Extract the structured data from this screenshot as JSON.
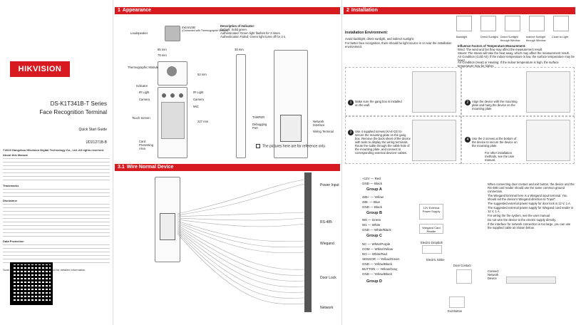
{
  "cover": {
    "brand": "HIKVISION",
    "product_line1": "DS-K1T341B-T Series",
    "product_line2": "Face Recognition Terminal",
    "guide": "Quick Start Guide",
    "doc_id": "UD21271B-B",
    "copyright": "©2023 Hangzhou Hikvision Digital Technology Co., Ltd. All rights reserved.",
    "about": "About this Manual",
    "trademarks": "Trademarks",
    "disclaimer": "Disclaimer",
    "data_protection": "Data Protection",
    "scan_hint": "Scan the QR code to get the user manual for detailed information."
  },
  "appearance": {
    "num": "1",
    "title": "Appearance",
    "indicator_desc": "Description of Indicator:",
    "indicator_lines": [
      "Default: Solid green.",
      "Authenticated: Green light flashes for 3 times.",
      "Authentication Failed: Green light turns off for 3 s."
    ],
    "labels": {
      "loudspeaker": "Loudspeaker",
      "microusb": "microUSB",
      "microusb_note": "(Connected with Thermographic Module)",
      "thermo": "Thermographic Module",
      "indicator": "Indicator",
      "ir_light_l": "IR Light",
      "ir_light_r": "IR Light",
      "camera_l": "Camera",
      "camera_r": "Camera",
      "mic": "MIC",
      "touch": "Touch Screen",
      "card_area": "Card Presenting Area",
      "tamper": "TAMPER",
      "debug_port": "Debugging Port",
      "network": "Network Interface",
      "wiring": "Wiring Terminal"
    },
    "dims": {
      "w1": "85 mm",
      "w2": "70 mm",
      "h1": "53 mm",
      "h2": "227 mm",
      "d": "30 mm"
    },
    "note": "The pictures here are for reference only."
  },
  "installation": {
    "num": "2",
    "title": "Installation",
    "env_title": "Installation Environment:",
    "env_lines": [
      "Avoid backlight, direct sunlight, and indirect sunlight.",
      "For better face recognition, there should be light source in or near the installation environment."
    ],
    "influences_title": "Influence Factors of Temperature Measurement:",
    "influences": [
      "Wind: The wind and fan flow may affect the measurement result.",
      "Steam: The steam will take the heat away, which may affect the measurement result.",
      "Air Condition (Cold Air): If the indoor temperature is low, the surface temperature may be lower.",
      "Air Condition (Heat) or Heating: If the indoor temperature is high, the surface temperature may be higher."
    ],
    "env_icons": [
      "Backlight",
      "Direct Sunlight",
      "Direct Sunlight through Window",
      "Indirect Sunlight through Window",
      "Close to Light"
    ],
    "steps": [
      {
        "n": "1",
        "text": "Make sure the gang box is installed on the wall."
      },
      {
        "n": "2",
        "text": "Align the device with the mounting plate and hang the device on the mounting plate."
      },
      {
        "n": "3",
        "text": "Use 4 supplied screws (KA4×22) to secure the mounting plate on the gang box. Remove the back sheet of the device with tools to display the wiring terminals. Route the cable through the cable hole of the mounting plate, and connect to corresponding external devices' cables."
      },
      {
        "n": "4",
        "text": "Use the 2 screws at the bottom of the device to secure the device on the mounting plate."
      }
    ],
    "other_methods": "For other installation methods, see the user manual."
  },
  "wiring": {
    "num": "3.1",
    "title": "Wire Normal Device",
    "power_input": "Power Input",
    "rs485": "RS-485",
    "wiegand": "Wiegand",
    "door_lock": "Door Lock",
    "network": "Network",
    "groupA": {
      "label": "Group A",
      "rows": [
        [
          "+12V",
          "Red"
        ],
        [
          "GND",
          "Black"
        ]
      ]
    },
    "groupB": {
      "label": "Group B",
      "rows": [
        [
          "485+",
          "Yellow"
        ],
        [
          "485-",
          "Blue"
        ],
        [
          "GND",
          "Black"
        ]
      ]
    },
    "groupC": {
      "label": "Group C",
      "rows": [
        [
          "W0",
          "Green"
        ],
        [
          "W1",
          "White"
        ],
        [
          "GND",
          "White/Black"
        ]
      ]
    },
    "groupD": {
      "label": "Group D",
      "rows": [
        [
          "NC",
          "White/Purple"
        ],
        [
          "COM",
          "White/Yellow"
        ],
        [
          "NO",
          "White/Red"
        ],
        [
          "SENSOR",
          "Yellow/Green"
        ],
        [
          "GND",
          "Yellow/Black"
        ],
        [
          "BUTTON",
          "Yellow/Gray"
        ],
        [
          "GND",
          "Yellow/Black"
        ]
      ]
    },
    "ext_power": "12V External Power Supply",
    "wiegand_reader": "Wiegand Card Reader",
    "electric_dropbolt": "Electric Dropbolt",
    "electric_strike": "Electric Strike",
    "door_contact": "Door Contact",
    "exit_button": "Exit Button",
    "connect_network": "Connect Network Device",
    "notes": [
      "When connecting door contact and exit button, the device and the RS-485 card reader should use the same common ground connection.",
      "The Wiegand terminal here is a Wiegand input terminal. You should set the device's Wiegand direction to \"Input\".",
      "The suggested external power supply for door lock is 12 V, 1 A.",
      "The suggested external power supply for Wiegand card reader is 12 V, 1 A.",
      "For wiring the fire system, see the user manual.",
      "Do not wire the device to the electric supply directly.",
      "If the interface for network connection is too large, you can use the supplied cable as shown below."
    ]
  }
}
